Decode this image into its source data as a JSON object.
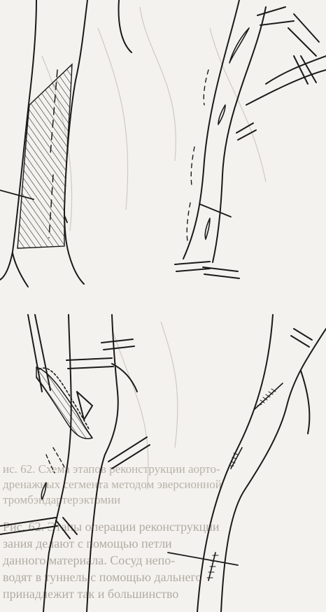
{
  "document": {
    "kind": "scanned book page with surgical illustration",
    "caption_lines": [
      "ис. 62. Схема этапов реконструкции аорто-",
      "дренажных сегмента методом эверсионной",
      "тромбэндартерэктомии"
    ],
    "body_lines": [
      "Рис. 62. Этапы операции реконструкции",
      "зания делают с помощью петли",
      "данного материала. Сосуд непо-",
      "водят в туннель с помощью дальнего",
      "принадлежит так и большинство"
    ]
  },
  "figure": {
    "panels": [
      {
        "id": "panel-1",
        "label": "arterial segment with hatched intima"
      },
      {
        "id": "panel-2",
        "label": "arteriotomies along the vessel"
      },
      {
        "id": "panel-3",
        "label": "eversion of intima with loop"
      },
      {
        "id": "panel-4",
        "label": "sutured arteriotomies"
      }
    ]
  },
  "colors": {
    "ink": "#1a1a1a",
    "paper": "#f4f2ee",
    "ghost": "#cfcac2"
  }
}
